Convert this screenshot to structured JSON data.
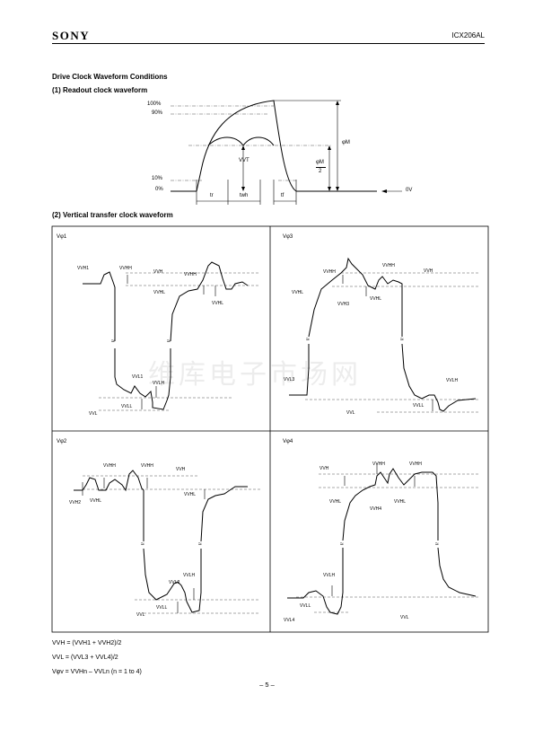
{
  "header": {
    "brand": "SONY",
    "part_number": "ICX206AL"
  },
  "section_title": "Drive Clock Waveform Conditions",
  "readout": {
    "title": "(1) Readout clock waveform",
    "labels": {
      "p100": "100%",
      "p90": "90%",
      "p10": "10%",
      "p0": "0%",
      "vvt": "VVT",
      "phim": "φM",
      "phim_half_num": "φM",
      "phim_half_den": "2",
      "zero_v": "0V",
      "tr": "tr",
      "twh": "twh",
      "tf": "tf"
    }
  },
  "vertical": {
    "title": "(2) Vertical transfer clock waveform",
    "panels": {
      "v1": {
        "name": "Vφ1",
        "labels": [
          "VVH1",
          "VVHH",
          "VVH",
          "VVHH",
          "VVHL",
          "VVHL",
          "VVL1",
          "VVLH",
          "VVL",
          "VVLL"
        ]
      },
      "v3": {
        "name": "Vφ3",
        "labels": [
          "VVHH",
          "VVHH",
          "VVH",
          "VVHL",
          "VVH3",
          "VVHL",
          "VVL3",
          "VVLH",
          "VVL",
          "VVLL"
        ]
      },
      "v2": {
        "name": "Vφ2",
        "labels": [
          "VVHH",
          "VVHH",
          "VVH",
          "VVH2",
          "VVHL",
          "VVHL",
          "VVLH",
          "VVL2",
          "VVL",
          "VVLL"
        ]
      },
      "v4": {
        "name": "Vφ4",
        "labels": [
          "VVHH",
          "VVHH",
          "VVH",
          "VVHL",
          "VVH4",
          "VVHL",
          "VVLH",
          "VVL4",
          "VVLL",
          "VVL"
        ]
      }
    }
  },
  "formulas": {
    "f1": "VVH  = (VVH1 + VVH2)/2",
    "f2": "VVL  = (VVL3 + VVL4)/2",
    "f3": "Vφv = VVHn – VVLn (n = 1 to 4)"
  },
  "page_number": "– 5 –",
  "watermark": "维库电子市场网"
}
